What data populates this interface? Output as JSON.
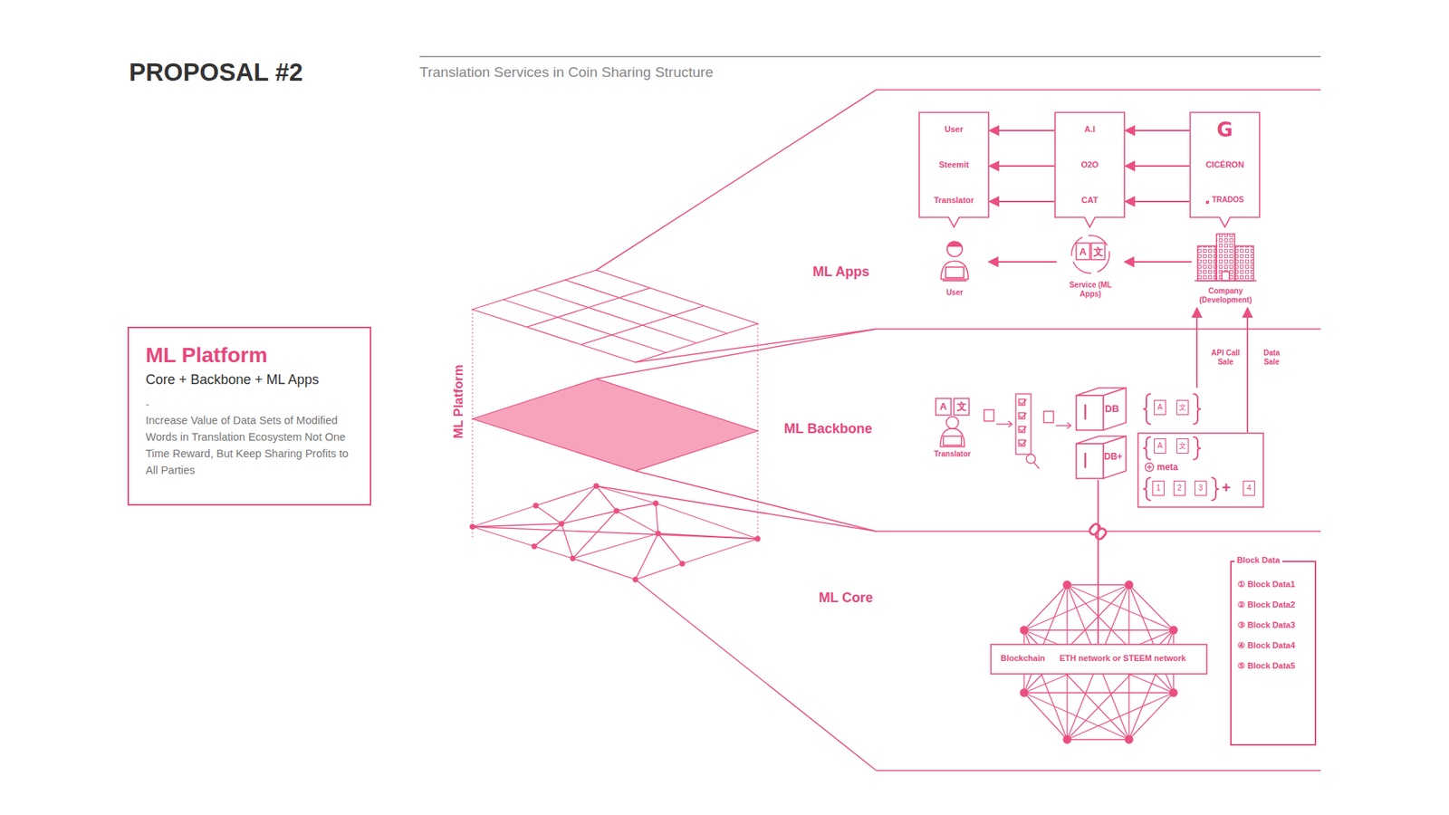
{
  "diagram": {
    "title": "PROPOSAL #2",
    "nodes": [
      {
        "text": [
          "ML Platform",
          "Core + Backbone + ML Apps",
          "-",
          "Increase Value of Data Sets of Modified Words in Translation Ecosystem Not One Time Reward, But Keep Sharing Profits to All Parties"
        ]
      },
      {
        "text": [
          "User",
          "Steemit",
          "Translator"
        ]
      },
      {
        "text": [
          "A.I",
          "O2O",
          "CAT"
        ]
      },
      {
        "text": [
          "G",
          "CICÉRON",
          "TRADOS"
        ]
      },
      {
        "text": [
          "User"
        ]
      },
      {
        "text": [
          "A",
          "文",
          "Service (ML Apps)"
        ]
      },
      {
        "text": [
          "Company (Development)"
        ]
      },
      {
        "text": [
          "A",
          "文",
          "Translator"
        ]
      },
      {
        "text": [
          "DB"
        ]
      },
      {
        "text": [
          "DB+"
        ]
      },
      {
        "text": [
          "A",
          "文"
        ]
      },
      {
        "text": [
          "A",
          "文",
          "meta",
          "1",
          "2",
          "3",
          "+",
          "4"
        ]
      },
      {
        "text": [
          "Blockchain",
          "ETH network or STEEM network"
        ]
      },
      {
        "text": [
          "Block Data",
          "① Block Data1",
          "② Block Data2",
          "③ Block Data3",
          "④ Block Data4",
          "⑤ Block Data5"
        ]
      }
    ],
    "edges": [
      {
        "from": 3,
        "to": 2,
        "arrow": "to"
      },
      {
        "from": 3,
        "to": 2,
        "arrow": "to"
      },
      {
        "from": 3,
        "to": 2,
        "arrow": "to"
      },
      {
        "from": 2,
        "to": 1,
        "arrow": "to"
      },
      {
        "from": 2,
        "to": 1,
        "arrow": "to"
      },
      {
        "from": 2,
        "to": 1,
        "arrow": "to"
      },
      {
        "from": 6,
        "to": 5,
        "arrow": "to"
      },
      {
        "from": 5,
        "to": 4,
        "arrow": "to"
      },
      {
        "from": 10,
        "to": 6,
        "label": "API Call Sale",
        "arrow": "to"
      },
      {
        "from": 11,
        "to": 6,
        "label": "Data Sale",
        "arrow": "to"
      },
      {
        "from": 9,
        "to": 12,
        "arrow": "none"
      }
    ],
    "labels": [
      "Translation Services in Coin Sharing Structure",
      "ML Platform",
      "ML Apps",
      "ML Backbone",
      "ML Core"
    ]
  }
}
